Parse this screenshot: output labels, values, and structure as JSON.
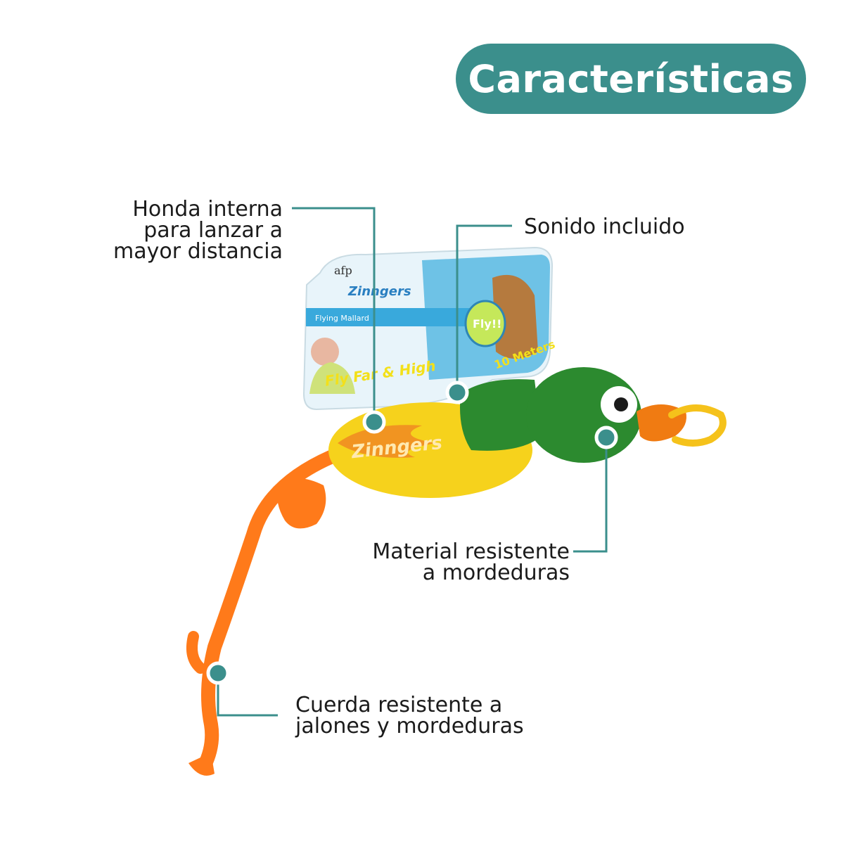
{
  "header": {
    "title": "Características"
  },
  "colors": {
    "accent": "#3b8f8c",
    "duck_body": "#f6d21c",
    "duck_head": "#2c8a2f",
    "beak": "#f07b12",
    "rope": "#ff7a1a",
    "card": "#8fd3ea"
  },
  "features": [
    {
      "lines": [
        "Honda interna",
        "para lanzar a",
        "mayor distancia"
      ]
    },
    {
      "lines": [
        "Sonido incluido"
      ]
    },
    {
      "lines": [
        "Material resistente",
        "a mordeduras"
      ]
    },
    {
      "lines": [
        "Cuerda resistente a",
        "jalones y mordeduras"
      ]
    }
  ],
  "product": {
    "brand": "afp",
    "line": "Zinngers",
    "card_name": "Flying Mallard",
    "slogan": "Fly Far & High",
    "badge": "Fly!!",
    "distance": "10 Meters",
    "body_logo": "Zinngers"
  }
}
